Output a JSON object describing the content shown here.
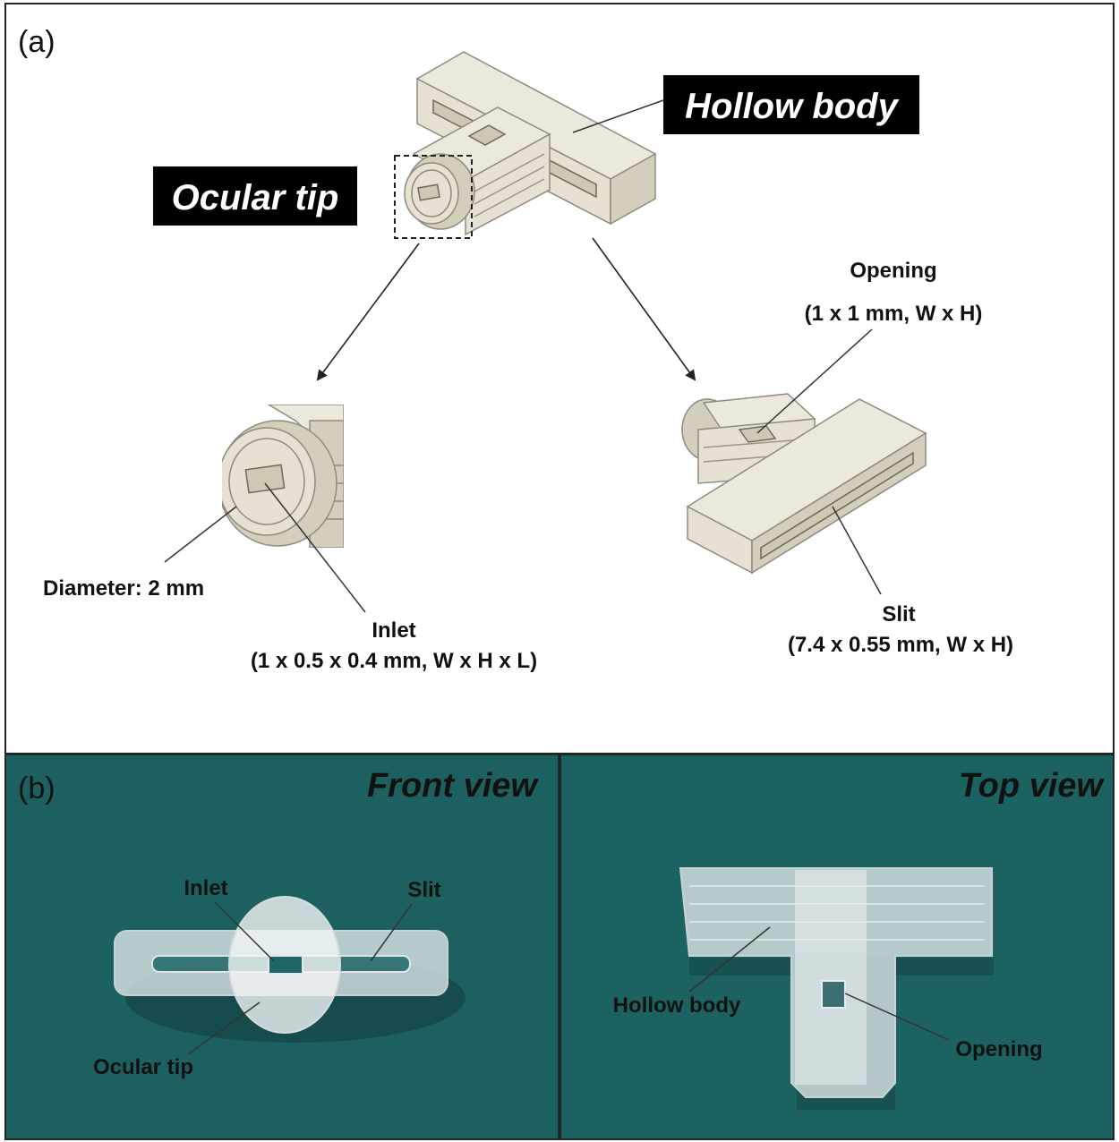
{
  "panel_a": {
    "label": "(a)",
    "tag_hollow_body": "Hollow body",
    "tag_ocular_tip": "Ocular tip",
    "opening_title": "Opening",
    "opening_dims": "(1 x 1 mm, W x H)",
    "diameter": "Diameter: 2 mm",
    "inlet_title": "Inlet",
    "inlet_dims": "(1 x 0.5 x 0.4 mm, W x H x L)",
    "slit_title": "Slit",
    "slit_dims": "(7.4 x 0.55 mm, W x H)"
  },
  "panel_b": {
    "label": "(b)",
    "front_title": "Front view",
    "top_title": "Top view",
    "front_inlet": "Inlet",
    "front_slit": "Slit",
    "front_ocular_tip": "Ocular tip",
    "top_hollow_body": "Hollow body",
    "top_opening": "Opening"
  },
  "colors": {
    "photo_background": "#1f6766",
    "cad_part": "#e6e1d3",
    "tag_background": "#000000"
  }
}
